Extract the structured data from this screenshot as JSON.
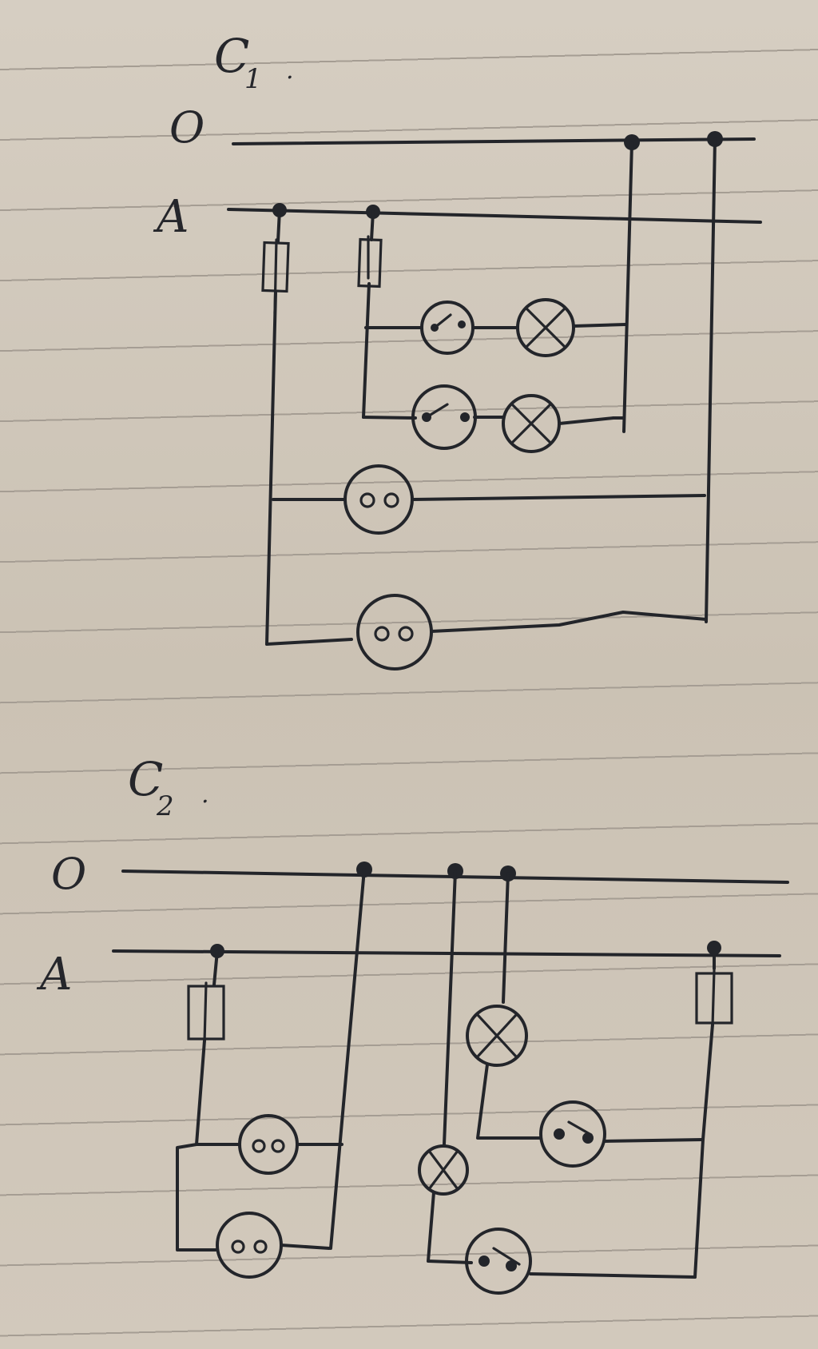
{
  "circuits": [
    {
      "id": "c1",
      "title_main": "C",
      "title_sub": "1",
      "title_dot": "."
    },
    {
      "id": "c2",
      "title_main": "C",
      "title_sub": "2",
      "title_dot": "."
    }
  ],
  "bus_labels": {
    "neutral": "O",
    "phase": "A"
  },
  "colors": {
    "ink": "#23252a",
    "paper": "#cfc6b8",
    "ruled_line": "#a59d93"
  },
  "symbols": [
    "fuse",
    "switch",
    "lamp",
    "socket",
    "junction-dot"
  ]
}
